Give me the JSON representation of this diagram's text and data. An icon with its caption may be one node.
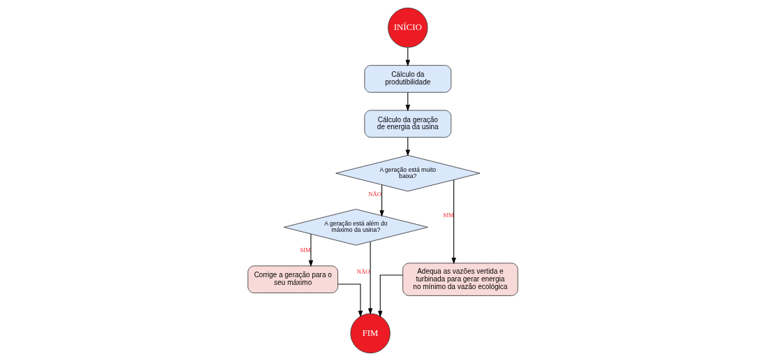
{
  "diagram": {
    "nodes": [
      {
        "text": [
          "INÍCIO"
        ]
      },
      {
        "text": [
          "Cálculo da produtibilidade"
        ]
      },
      {
        "text": [
          "Cálculo da geração de energia da usina"
        ]
      },
      {
        "text": [
          "A geração está muito baixa?"
        ]
      },
      {
        "text": [
          "A geração está além do máximo da usina?"
        ]
      },
      {
        "text": [
          "Adequa as vazões vertida e turbinada para gerar energia no mínimo da vazão ecológica"
        ]
      },
      {
        "text": [
          "Corrige a geração para o seu máximo"
        ]
      },
      {
        "text": [
          "FIM"
        ]
      }
    ],
    "edges": [
      {
        "from": 0,
        "to": 1,
        "arrow": "to"
      },
      {
        "from": 1,
        "to": 2,
        "arrow": "to"
      },
      {
        "from": 2,
        "to": 3,
        "arrow": "to"
      },
      {
        "from": 3,
        "to": 4,
        "arrow": "to",
        "label": "NÃO"
      },
      {
        "from": 3,
        "to": 5,
        "arrow": "to",
        "label": "SIM"
      },
      {
        "from": 4,
        "to": 7,
        "arrow": "to",
        "label": "NÃO"
      },
      {
        "from": 4,
        "to": 6,
        "arrow": "to",
        "label": "SIM"
      },
      {
        "from": 6,
        "to": 7,
        "arrow": "to"
      },
      {
        "from": 5,
        "to": 7,
        "arrow": "to"
      }
    ]
  }
}
